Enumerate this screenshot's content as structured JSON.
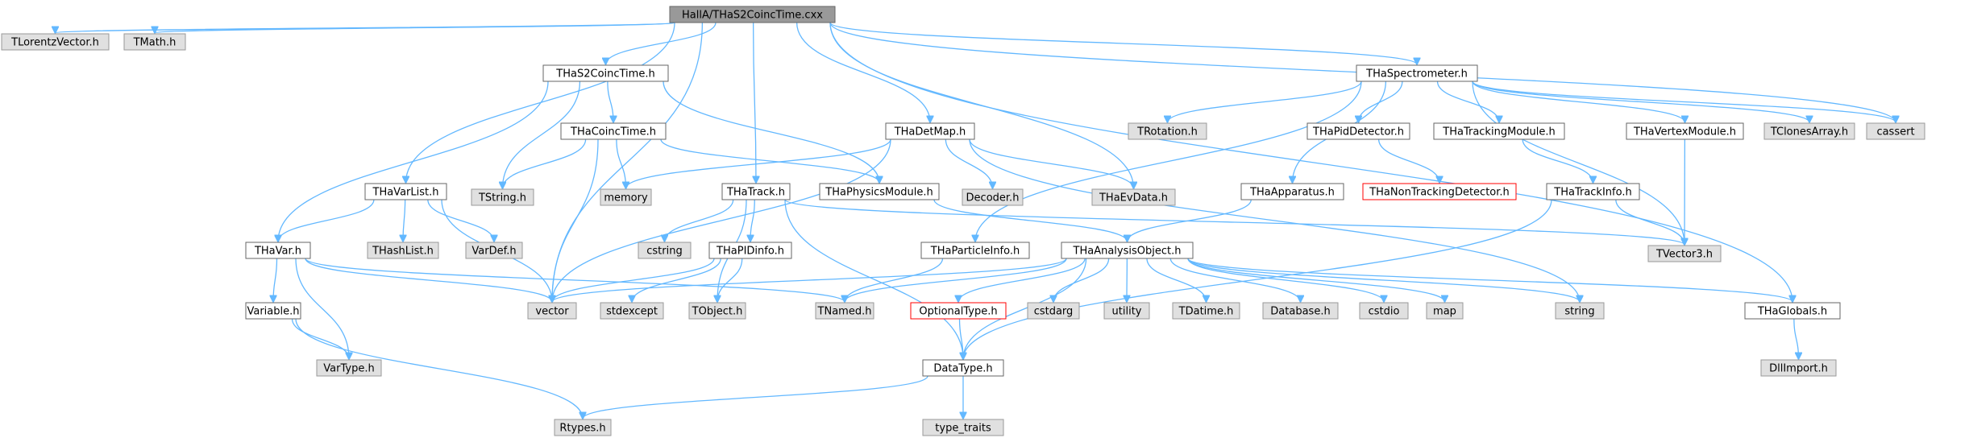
{
  "graph_title": "HallA/THaS2CoincTime.cxx",
  "colors": {
    "edge": "#63b8ff",
    "root_fill": "#999999",
    "root_border": "#666666",
    "local_fill": "#ffffff",
    "local_border": "#666666",
    "system_fill": "#e0e0e0",
    "system_border": "#999999",
    "missing_fill": "#ffffff",
    "missing_border": "#ff0000"
  },
  "nodes": [
    {
      "id": "root",
      "label": "HallA/THaS2CoincTime.cxx",
      "kind": "root"
    },
    {
      "id": "tlorentz",
      "label": "TLorentzVector.h",
      "kind": "system"
    },
    {
      "id": "tmath",
      "label": "TMath.h",
      "kind": "system"
    },
    {
      "id": "s2coinc",
      "label": "THaS2CoincTime.h",
      "kind": "local"
    },
    {
      "id": "spectrometer",
      "label": "THaSpectrometer.h",
      "kind": "local"
    },
    {
      "id": "coinctime",
      "label": "THaCoincTime.h",
      "kind": "local"
    },
    {
      "id": "detmap",
      "label": "THaDetMap.h",
      "kind": "local"
    },
    {
      "id": "trotation",
      "label": "TRotation.h",
      "kind": "system"
    },
    {
      "id": "piddetector",
      "label": "THaPidDetector.h",
      "kind": "local"
    },
    {
      "id": "trackingmodule",
      "label": "THaTrackingModule.h",
      "kind": "local"
    },
    {
      "id": "vertexmodule",
      "label": "THaVertexModule.h",
      "kind": "local"
    },
    {
      "id": "tclonesarray",
      "label": "TClonesArray.h",
      "kind": "system"
    },
    {
      "id": "cassert",
      "label": "cassert",
      "kind": "system"
    },
    {
      "id": "varlist",
      "label": "THaVarList.h",
      "kind": "local"
    },
    {
      "id": "tstring",
      "label": "TString.h",
      "kind": "system"
    },
    {
      "id": "memory",
      "label": "memory",
      "kind": "system"
    },
    {
      "id": "track",
      "label": "THaTrack.h",
      "kind": "local"
    },
    {
      "id": "physicsmodule",
      "label": "THaPhysicsModule.h",
      "kind": "local"
    },
    {
      "id": "decoder",
      "label": "Decoder.h",
      "kind": "system"
    },
    {
      "id": "evdata",
      "label": "THaEvData.h",
      "kind": "system"
    },
    {
      "id": "apparatus",
      "label": "THaApparatus.h",
      "kind": "local"
    },
    {
      "id": "nontracking",
      "label": "THaNonTrackingDetector.h",
      "kind": "missing"
    },
    {
      "id": "trackinfo",
      "label": "THaTrackInfo.h",
      "kind": "local"
    },
    {
      "id": "thavar",
      "label": "THaVar.h",
      "kind": "local"
    },
    {
      "id": "thashlist",
      "label": "THashList.h",
      "kind": "system"
    },
    {
      "id": "vardef",
      "label": "VarDef.h",
      "kind": "system"
    },
    {
      "id": "cstring",
      "label": "cstring",
      "kind": "system"
    },
    {
      "id": "pidinfo",
      "label": "THaPIDinfo.h",
      "kind": "local"
    },
    {
      "id": "particleinfo",
      "label": "THaParticleInfo.h",
      "kind": "local"
    },
    {
      "id": "analysisobject",
      "label": "THaAnalysisObject.h",
      "kind": "local"
    },
    {
      "id": "tvector3",
      "label": "TVector3.h",
      "kind": "system"
    },
    {
      "id": "variable",
      "label": "Variable.h",
      "kind": "local"
    },
    {
      "id": "vector",
      "label": "vector",
      "kind": "system"
    },
    {
      "id": "stdexcept",
      "label": "stdexcept",
      "kind": "system"
    },
    {
      "id": "tobject",
      "label": "TObject.h",
      "kind": "system"
    },
    {
      "id": "tnamed",
      "label": "TNamed.h",
      "kind": "system"
    },
    {
      "id": "optionaltype",
      "label": "OptionalType.h",
      "kind": "missing"
    },
    {
      "id": "cstdarg",
      "label": "cstdarg",
      "kind": "system"
    },
    {
      "id": "utility",
      "label": "utility",
      "kind": "system"
    },
    {
      "id": "tdatime",
      "label": "TDatime.h",
      "kind": "system"
    },
    {
      "id": "database",
      "label": "Database.h",
      "kind": "system"
    },
    {
      "id": "cstdio",
      "label": "cstdio",
      "kind": "system"
    },
    {
      "id": "map",
      "label": "map",
      "kind": "system"
    },
    {
      "id": "string",
      "label": "string",
      "kind": "system"
    },
    {
      "id": "globals",
      "label": "THaGlobals.h",
      "kind": "local"
    },
    {
      "id": "vartype",
      "label": "VarType.h",
      "kind": "system"
    },
    {
      "id": "datatype",
      "label": "DataType.h",
      "kind": "local"
    },
    {
      "id": "dllimport",
      "label": "DllImport.h",
      "kind": "system"
    },
    {
      "id": "rtypes",
      "label": "Rtypes.h",
      "kind": "system"
    },
    {
      "id": "typetraits",
      "label": "type_traits",
      "kind": "system"
    }
  ],
  "edges": [
    [
      "root",
      "tlorentz"
    ],
    [
      "root",
      "tmath"
    ],
    [
      "root",
      "s2coinc"
    ],
    [
      "root",
      "spectrometer"
    ],
    [
      "root",
      "varlist"
    ],
    [
      "root",
      "track"
    ],
    [
      "root",
      "detmap"
    ],
    [
      "root",
      "evdata"
    ],
    [
      "root",
      "cassert"
    ],
    [
      "root",
      "globals"
    ],
    [
      "root",
      "vector"
    ],
    [
      "s2coinc",
      "coinctime"
    ],
    [
      "s2coinc",
      "physicsmodule"
    ],
    [
      "s2coinc",
      "tstring"
    ],
    [
      "s2coinc",
      "thavar"
    ],
    [
      "coinctime",
      "physicsmodule"
    ],
    [
      "coinctime",
      "tstring"
    ],
    [
      "coinctime",
      "memory"
    ],
    [
      "coinctime",
      "vector"
    ],
    [
      "detmap",
      "memory"
    ],
    [
      "detmap",
      "vector"
    ],
    [
      "detmap",
      "decoder"
    ],
    [
      "detmap",
      "evdata"
    ],
    [
      "detmap",
      "string"
    ],
    [
      "spectrometer",
      "trotation"
    ],
    [
      "spectrometer",
      "piddetector"
    ],
    [
      "spectrometer",
      "trackingmodule"
    ],
    [
      "spectrometer",
      "vertexmodule"
    ],
    [
      "spectrometer",
      "tclonesarray"
    ],
    [
      "spectrometer",
      "cassert"
    ],
    [
      "spectrometer",
      "apparatus"
    ],
    [
      "spectrometer",
      "particleinfo"
    ],
    [
      "spectrometer",
      "tvector3"
    ],
    [
      "piddetector",
      "nontracking"
    ],
    [
      "trackingmodule",
      "trackinfo"
    ],
    [
      "vertexmodule",
      "tvector3"
    ],
    [
      "trackinfo",
      "tvector3"
    ],
    [
      "trackinfo",
      "datatype"
    ],
    [
      "apparatus",
      "analysisobject"
    ],
    [
      "physicsmodule",
      "analysisobject"
    ],
    [
      "varlist",
      "thavar"
    ],
    [
      "varlist",
      "thashlist"
    ],
    [
      "varlist",
      "vardef"
    ],
    [
      "varlist",
      "vector"
    ],
    [
      "track",
      "cstring"
    ],
    [
      "track",
      "pidinfo"
    ],
    [
      "track",
      "tobject"
    ],
    [
      "track",
      "tvector3"
    ],
    [
      "track",
      "datatype"
    ],
    [
      "thavar",
      "variable"
    ],
    [
      "thavar",
      "vartype"
    ],
    [
      "thavar",
      "vector"
    ],
    [
      "thavar",
      "tnamed"
    ],
    [
      "variable",
      "vartype"
    ],
    [
      "variable",
      "rtypes"
    ],
    [
      "pidinfo",
      "vector"
    ],
    [
      "pidinfo",
      "stdexcept"
    ],
    [
      "pidinfo",
      "tobject"
    ],
    [
      "particleinfo",
      "tnamed"
    ],
    [
      "analysisobject",
      "vector"
    ],
    [
      "analysisobject",
      "tnamed"
    ],
    [
      "analysisobject",
      "optionaltype"
    ],
    [
      "analysisobject",
      "cstdarg"
    ],
    [
      "analysisobject",
      "utility"
    ],
    [
      "analysisobject",
      "tdatime"
    ],
    [
      "analysisobject",
      "database"
    ],
    [
      "analysisobject",
      "cstdio"
    ],
    [
      "analysisobject",
      "map"
    ],
    [
      "analysisobject",
      "string"
    ],
    [
      "analysisobject",
      "globals"
    ],
    [
      "analysisobject",
      "datatype"
    ],
    [
      "optionaltype",
      "datatype"
    ],
    [
      "globals",
      "dllimport"
    ],
    [
      "datatype",
      "rtypes"
    ],
    [
      "datatype",
      "typetraits"
    ]
  ]
}
